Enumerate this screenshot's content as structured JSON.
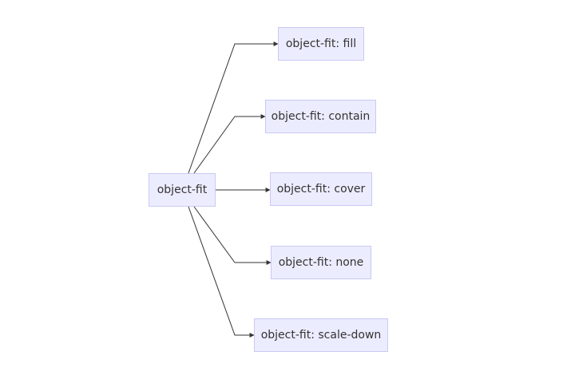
{
  "diagram": {
    "root": {
      "label": "object-fit"
    },
    "children": [
      {
        "label": "object-fit: fill"
      },
      {
        "label": "object-fit: contain"
      },
      {
        "label": "object-fit: cover"
      },
      {
        "label": "object-fit: none"
      },
      {
        "label": "object-fit: scale-down"
      }
    ],
    "colors": {
      "node_fill": "#ececff",
      "node_border": "#c9c9f5",
      "edge": "#333333",
      "text": "#333333"
    }
  }
}
